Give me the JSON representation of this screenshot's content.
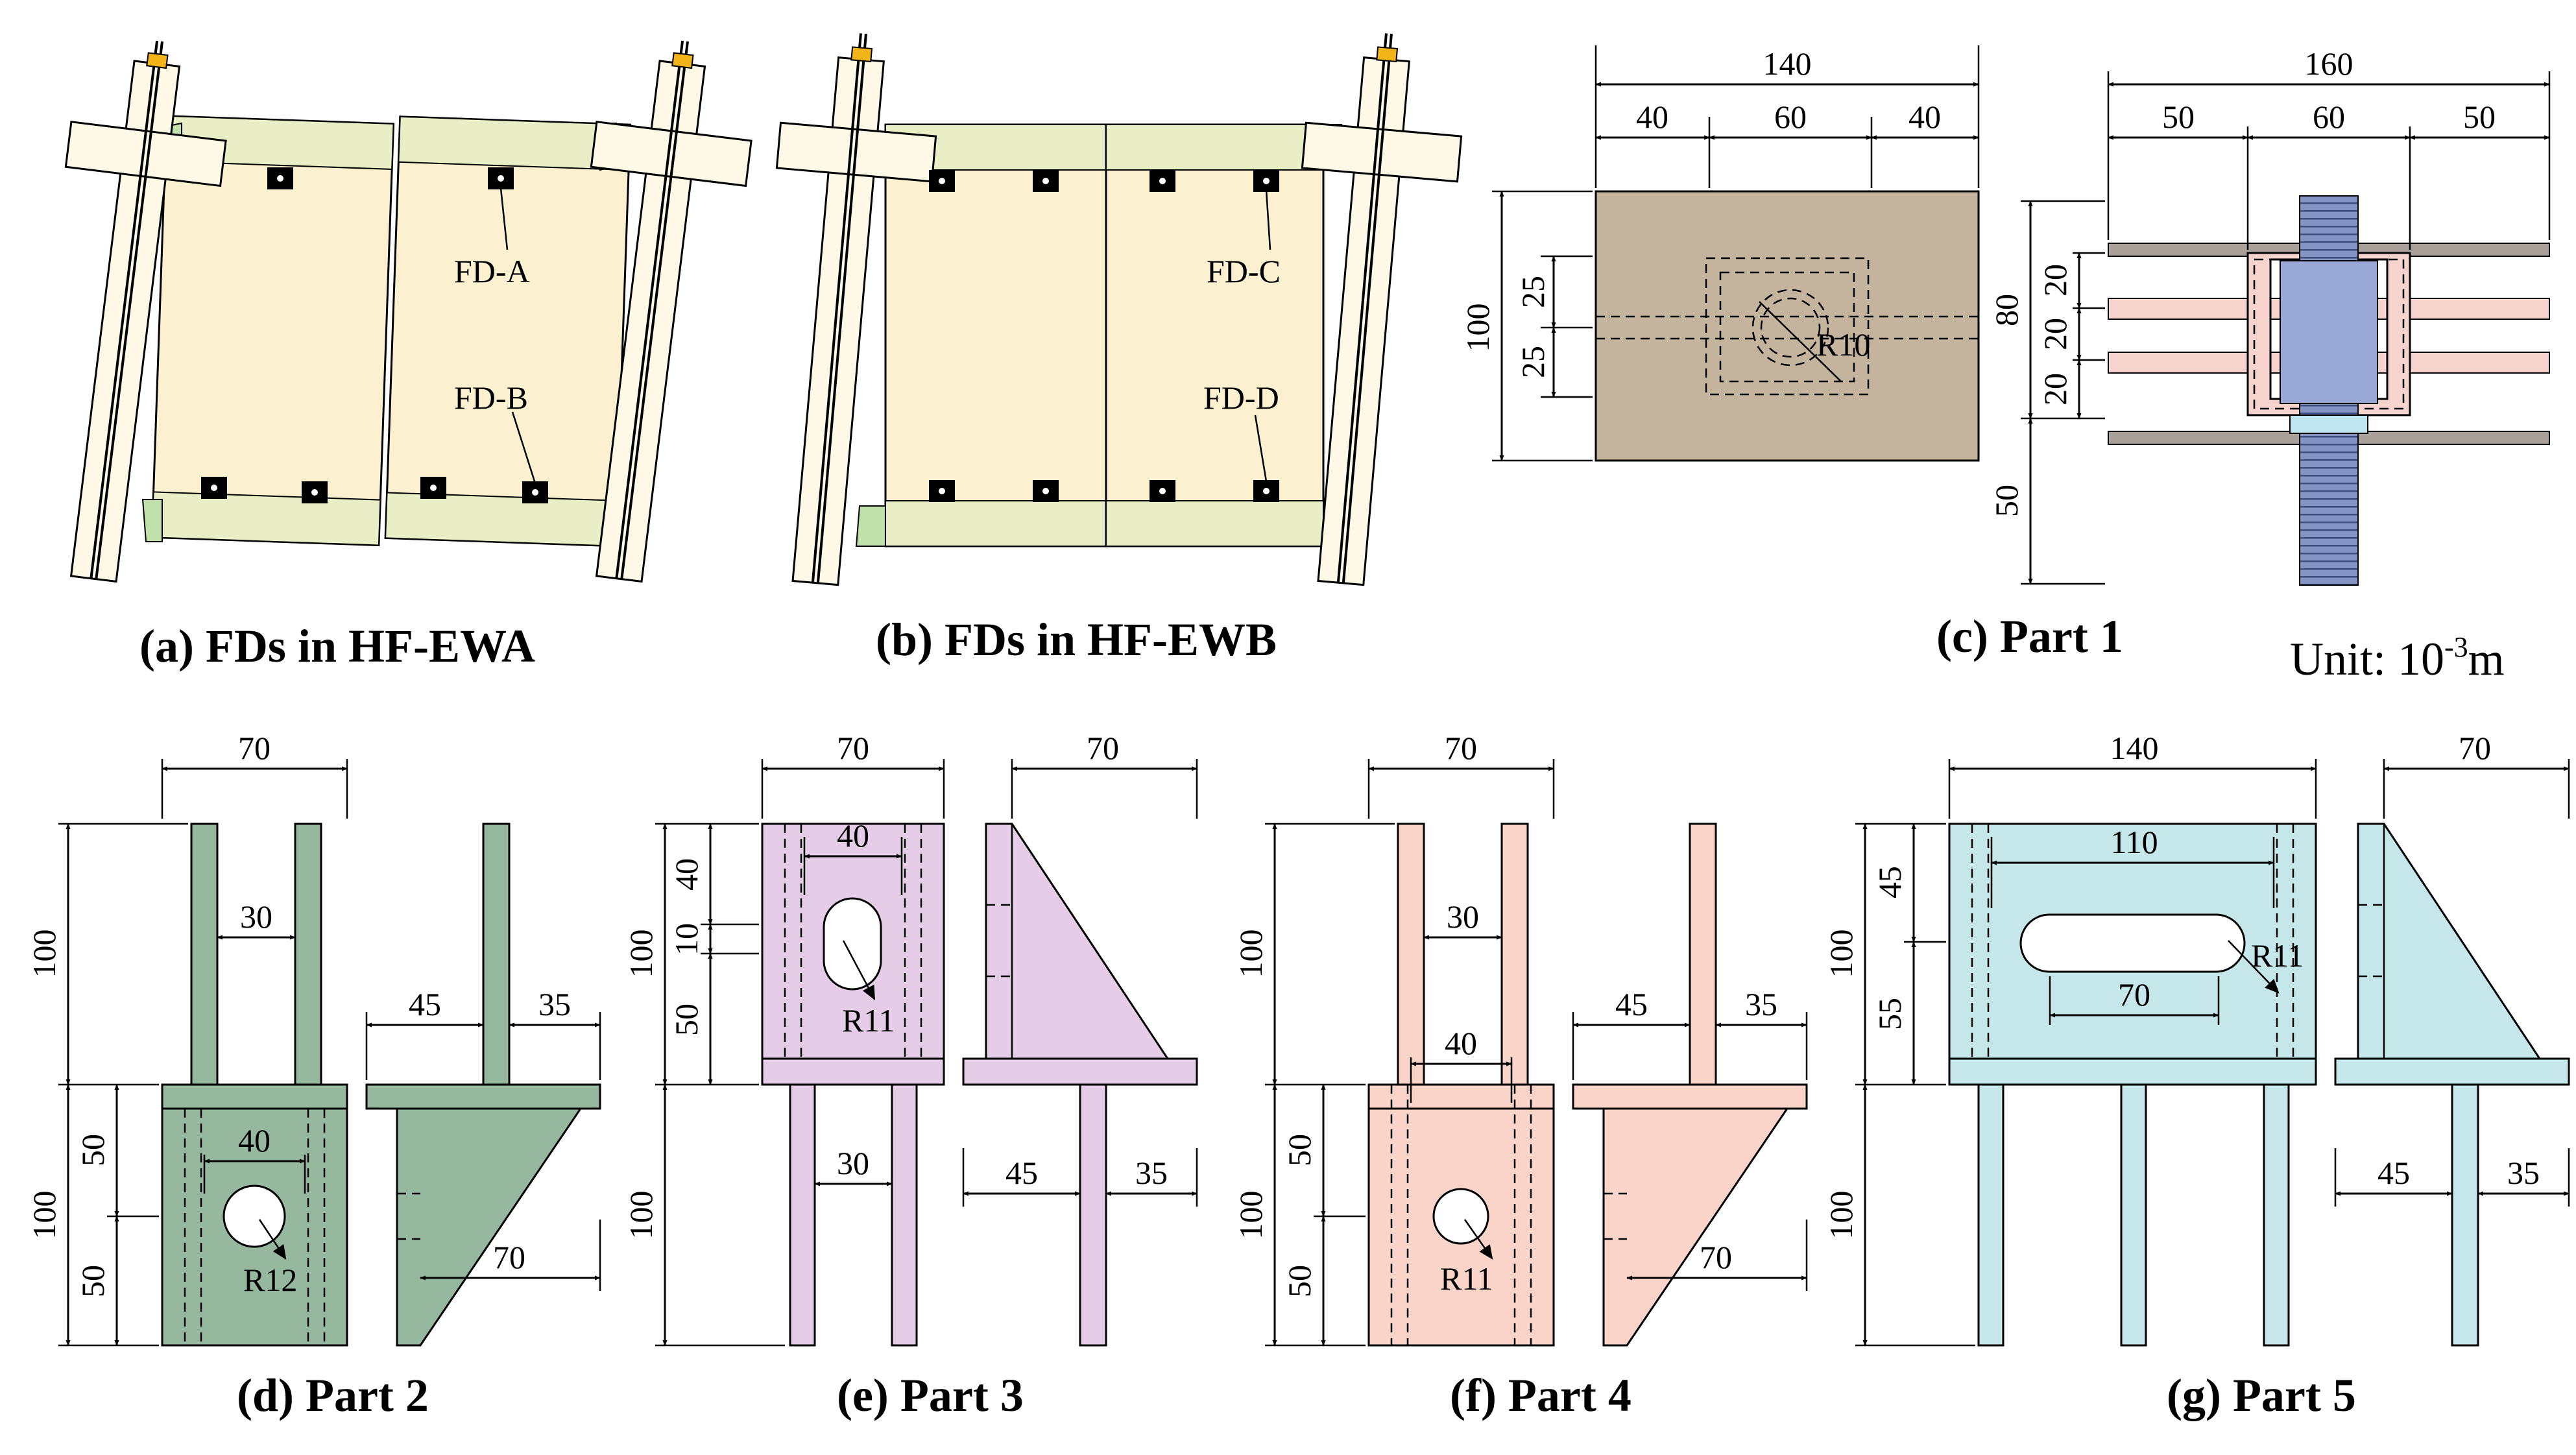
{
  "colors": {
    "panel": "#fbf0cf",
    "panel_edge": "#dfe8b8",
    "column": "#fdf9e6",
    "corner": "#bfe0a8",
    "gauge": "#000000",
    "part1_plate": "#c5b49d",
    "part1_bolt_body": "#99a8d6",
    "part1_bolt_thread": "#4f5f92",
    "part1_pink": "#f7d3cd",
    "part1_washer": "#bfe6ee",
    "part1_strip": "#a9a09a",
    "part2": "#95b89f",
    "part3": "#e5cde8",
    "part4": "#fad4c8",
    "part5": "#c6e7ea"
  },
  "captions": {
    "a": "(a) FDs in HF-EWA",
    "b": "(b) FDs in HF-EWB",
    "c": "(c) Part 1",
    "d": "(d) Part 2",
    "e": "(e) Part 3",
    "f": "(f) Part 4",
    "g": "(g) Part 5"
  },
  "unit": {
    "prefix": "Unit: 10",
    "sup": "-3",
    "suffix": "m"
  },
  "labels_a": {
    "top": "FD-A",
    "bottom": "FD-B"
  },
  "labels_b": {
    "top": "FD-C",
    "bottom": "FD-D"
  },
  "part1": {
    "front": {
      "width": "140",
      "segments": [
        "40",
        "60",
        "40"
      ],
      "height": "100",
      "upper": "25",
      "lower": "25",
      "radius": "R10"
    },
    "side": {
      "width": "160",
      "segments": [
        "50",
        "60",
        "50"
      ],
      "block": "80",
      "gaps": [
        "20",
        "20",
        "20"
      ],
      "below": "50"
    }
  },
  "part2": {
    "width": "70",
    "gap": "30",
    "hole_span": "40",
    "top_h": "100",
    "bot_h": "100",
    "upper": "50",
    "lower": "50",
    "radius": "R12",
    "side_left": "45",
    "side_right": "35",
    "side_width": "70"
  },
  "part3": {
    "width": "70",
    "slot_w": "40",
    "h": "100",
    "seg1": "40",
    "seg2": "10",
    "seg3": "50",
    "radius": "R11",
    "side_width": "70",
    "leg_gap": "30",
    "leg_h": "100",
    "side_left": "45",
    "side_right": "35"
  },
  "part4": {
    "width": "70",
    "gap": "30",
    "hole_span": "40",
    "top_h": "100",
    "bot_h": "100",
    "upper": "50",
    "lower": "50",
    "radius": "R11",
    "side_left": "45",
    "side_right": "35",
    "side_width": "70"
  },
  "part5": {
    "width": "140",
    "slot_len": "110",
    "slot_inner": "70",
    "h": "100",
    "seg1": "45",
    "seg2": "55",
    "radius": "R11",
    "side_width": "70",
    "leg_h": "100",
    "side_left": "45",
    "side_right": "35"
  }
}
